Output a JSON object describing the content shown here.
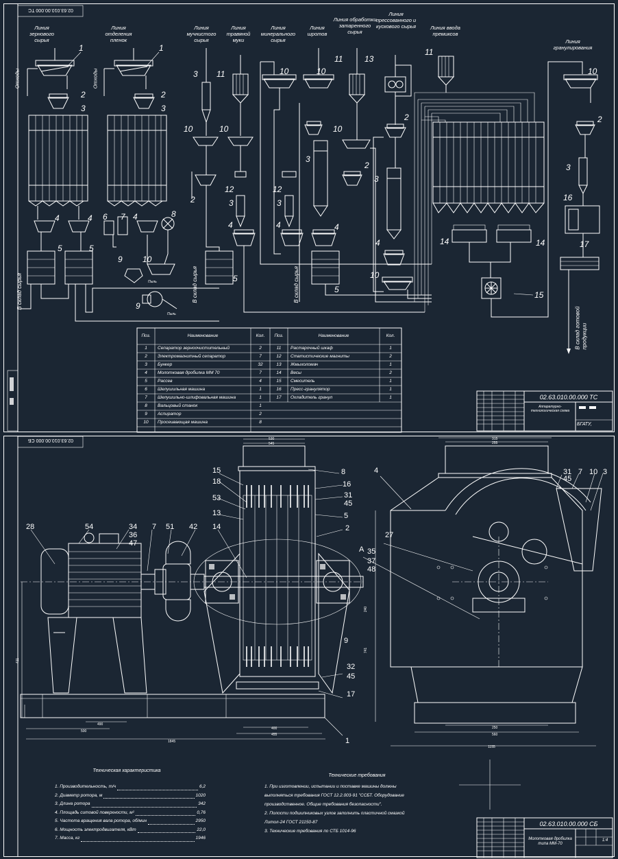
{
  "sheet1": {
    "stamp_code": "02.63.010.00.000 ТС",
    "title_block": {
      "code": "02.63.010.00.000 ТС",
      "name": "Аппаратурно-технологическая схема",
      "org": "БГАТУ,"
    },
    "line_labels": [
      {
        "id": "grain",
        "text": "Линия зернового сырья"
      },
      {
        "id": "film",
        "text": "Линия отделения пленок"
      },
      {
        "id": "flour",
        "text": "Линия мучнистого сырья"
      },
      {
        "id": "grass",
        "text": "Линия травяной муки"
      },
      {
        "id": "mineral",
        "text": "Линия минерального сырья"
      },
      {
        "id": "meal",
        "text": "Линия шротов"
      },
      {
        "id": "fat",
        "text": "Линия обработки затаренного сырья"
      },
      {
        "id": "pressed",
        "text": "Линия прессованного и кускового сырья"
      },
      {
        "id": "premix",
        "text": "Линия ввода премиксов"
      },
      {
        "id": "gran",
        "text": "Линия гранулирования"
      }
    ],
    "side_labels": {
      "waste1": "Отходы",
      "waste2": "Отходы",
      "to_store1": "В склад сырья",
      "to_store2": "В склад сырья",
      "to_store3": "В склад сырья",
      "to_product": "В склад готовой продукции",
      "dust1": "Пыль",
      "dust2": "Пыль"
    },
    "table": {
      "headers": [
        "Поз.",
        "Наименование",
        "Кол.",
        "Поз.",
        "Наименование",
        "Кол."
      ],
      "rows": [
        [
          "1",
          "Сепаратор зерноочистительный",
          "2",
          "11",
          "Растарочный шкаф",
          "1"
        ],
        [
          "2",
          "Электромагнитный сепаратор",
          "7",
          "12",
          "Статистические магниты",
          "2"
        ],
        [
          "3",
          "Бункер",
          "32",
          "13",
          "Жмыхоломач",
          "1"
        ],
        [
          "4",
          "Молотковая дробилка ММ 70",
          "7",
          "14",
          "Весы",
          "2"
        ],
        [
          "5",
          "Рассев",
          "4",
          "15",
          "Смеситель",
          "1"
        ],
        [
          "6",
          "Шелушильная машина",
          "1",
          "16",
          "Пресс-гранулятор",
          "1"
        ],
        [
          "7",
          "Шелушильно-шлифовальная машина",
          "1",
          "17",
          "Охладитель гранул",
          "1"
        ],
        [
          "8",
          "Вальцовый станок",
          "1",
          "",
          "",
          ""
        ],
        [
          "9",
          "Аспиратор",
          "2",
          "",
          "",
          ""
        ],
        [
          "10",
          "Просеивающая машина",
          "8",
          "",
          "",
          ""
        ]
      ]
    }
  },
  "sheet2": {
    "stamp_code": "02.63.010.00.000 СБ",
    "title_block": {
      "code": "02.63.010.00.000 СБ",
      "name": "Молотковая дробилка типа ММ-70",
      "scale": "1:4"
    },
    "callouts": [
      "28",
      "54",
      "34",
      "36",
      "47",
      "7",
      "51",
      "42",
      "14",
      "15",
      "18",
      "53",
      "13",
      "8",
      "16",
      "31",
      "45",
      "5",
      "2",
      "A",
      "35",
      "37",
      "48",
      "9",
      "32",
      "45",
      "17",
      "1",
      "4",
      "27",
      "31",
      "45",
      "7",
      "10",
      "3"
    ],
    "dims": {
      "d1": "530",
      "d2": "545",
      "d3": "315",
      "d4": "255",
      "d5": "500",
      "d6": "490",
      "d7": "1845",
      "d8": "400",
      "d9": "455",
      "d10": "411",
      "d11": "240",
      "d12": "250",
      "d13": "560",
      "d14": "1155",
      "d15": "741"
    },
    "tech_characteristic": {
      "title": "Техническая характеристика",
      "items": [
        {
          "label": "1. Производительность, т/ч",
          "value": "6,2"
        },
        {
          "label": "2. Диаметр ротора, м",
          "value": "1020"
        },
        {
          "label": "3. Длина ротора",
          "value": "342"
        },
        {
          "label": "4. Площадь ситовой поверхности, м²",
          "value": "0,76"
        },
        {
          "label": "5. Частота вращения вала ротора, об/мин",
          "value": "2950"
        },
        {
          "label": "6. Мощность электродвигателя, кВт",
          "value": "22,0"
        },
        {
          "label": "7. Масса, кг",
          "value": "1946"
        }
      ]
    },
    "tech_requirements": {
      "title": "Технические требования",
      "items": [
        "1. При изготовлении, испытании и поставке машины должны",
        "выполняться требования ГОСТ 12.2.003-91 \"ССБТ. Оборудование",
        "производственное. Общие требования безопасности\".",
        "2. Полости подшипниковых узлов заполнить пластичной смазкой",
        "Литол-24 ГОСТ 21150-87",
        "3. Технические требования по СТБ 1014-96"
      ]
    }
  }
}
